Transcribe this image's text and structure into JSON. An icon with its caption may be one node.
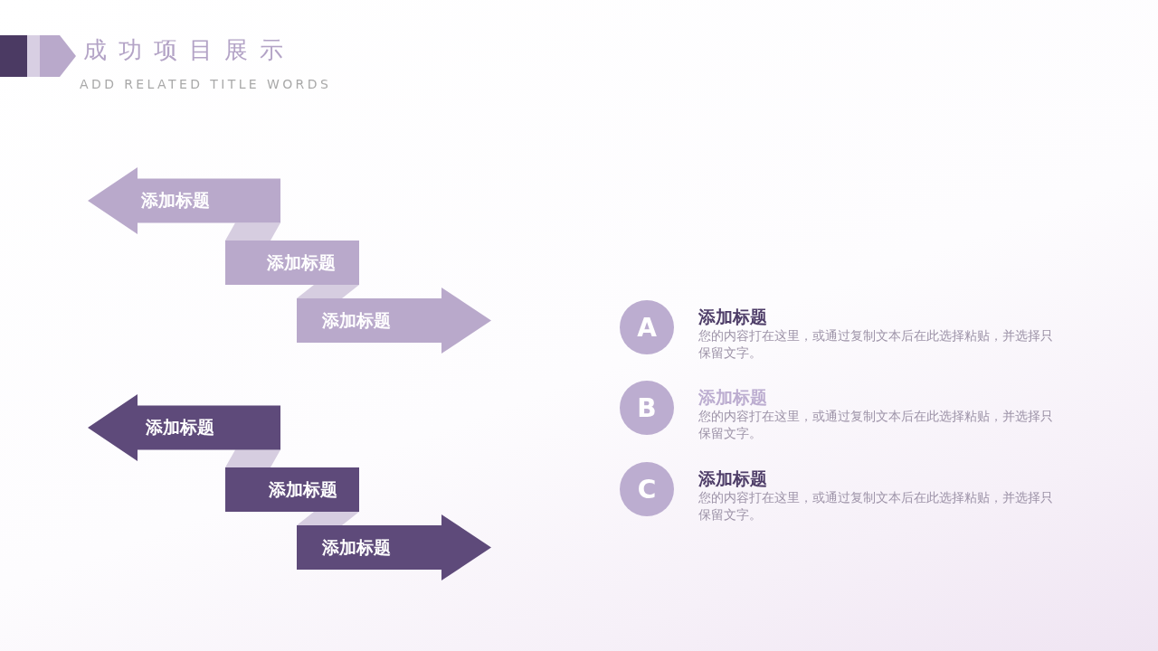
{
  "diagram": {
    "title": "成功项目展示",
    "nodes": [
      {
        "text": [
          "添加标题"
        ]
      },
      {
        "text": [
          "添加标题"
        ]
      },
      {
        "text": [
          "添加标题"
        ]
      },
      {
        "text": [
          "添加标题"
        ]
      },
      {
        "text": [
          "添加标题"
        ]
      },
      {
        "text": [
          "添加标题"
        ]
      },
      {
        "text": [
          "A"
        ],
        "beside": [
          "添加标题",
          "您的内容打在这里，或通过复制文本后在此选择粘贴，并选择只保留文字。"
        ]
      },
      {
        "text": [
          "B"
        ],
        "beside": [
          "添加标题",
          "您的内容打在这里，或通过复制文本后在此选择粘贴，并选择只保留文字。"
        ]
      },
      {
        "text": [
          "C"
        ],
        "beside": [
          "添加标题",
          "您的内容打在这里，或通过复制文本后在此选择粘贴，并选择只保留文字。"
        ]
      }
    ],
    "edges": [
      {
        "from": 0,
        "to": 1,
        "arrow": "none",
        "style": "thick"
      },
      {
        "from": 1,
        "to": 2,
        "arrow": "none",
        "style": "thick"
      },
      {
        "from": 3,
        "to": 4,
        "arrow": "none",
        "style": "thick"
      },
      {
        "from": 4,
        "to": 5,
        "arrow": "none",
        "style": "thick"
      }
    ],
    "labels": [
      "ADD RELATED TITLE WORDS"
    ]
  }
}
